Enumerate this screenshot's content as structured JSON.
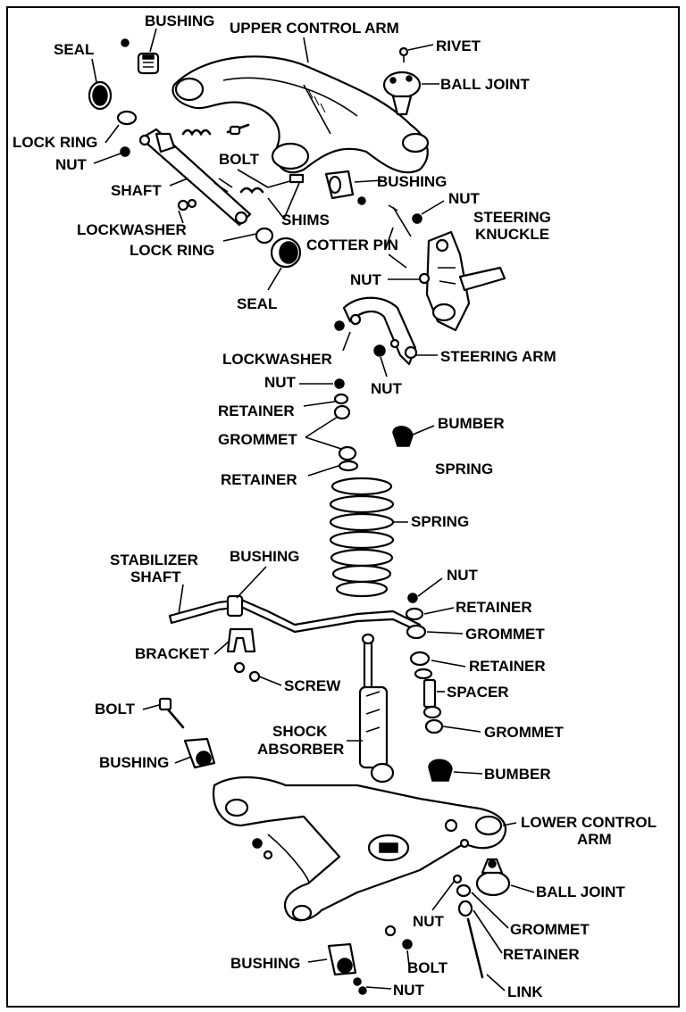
{
  "labels": {
    "bushing_top": "BUSHING",
    "upper_control_arm": "UPPER CONTROL ARM",
    "seal_top": "SEAL",
    "rivet": "RIVET",
    "ball_joint_top": "BALL JOINT",
    "lock_ring_top": "LOCK RING",
    "nut_left": "NUT",
    "bolt_top": "BOLT",
    "shaft": "SHAFT",
    "bushing_mid": "BUSHING",
    "nut_mid": "NUT",
    "steering_knuckle_1": "STEERING",
    "steering_knuckle_2": "KNUCKLE",
    "shims": "SHIMS",
    "lockwasher_1": "LOCKWASHER",
    "lock_ring_mid": "LOCK RING",
    "cotter_pin": "COTTER PIN",
    "nut_knuckle": "NUT",
    "seal_mid": "SEAL",
    "lockwasher_2": "LOCKWASHER",
    "steering_arm": "STEERING ARM",
    "nut_a": "NUT",
    "nut_b": "NUT",
    "retainer_1": "RETAINER",
    "bumber_top": "BUMBER",
    "grommet_1": "GROMMET",
    "spring_note": "SPRING",
    "retainer_2": "RETAINER",
    "spring": "SPRING",
    "stabilizer_1": "STABILIZER",
    "stabilizer_2": "SHAFT",
    "bushing_stab": "BUSHING",
    "nut_right": "NUT",
    "retainer_3": "RETAINER",
    "grommet_2": "GROMMET",
    "bracket": "BRACKET",
    "retainer_4": "RETAINER",
    "screw": "SCREW",
    "spacer": "SPACER",
    "bolt_left": "BOLT",
    "shock_1": "SHOCK",
    "shock_2": "ABSORBER",
    "grommet_3": "GROMMET",
    "bushing_left": "BUSHING",
    "bumber_bottom": "BUMBER",
    "lower_control_arm_1": "LOWER CONTROL",
    "lower_control_arm_2": "ARM",
    "ball_joint_bottom": "BALL JOINT",
    "nut_lower": "NUT",
    "grommet_4": "GROMMET",
    "retainer_5": "RETAINER",
    "bushing_bottom": "BUSHING",
    "bolt_bottom": "BOLT",
    "nut_bottom": "NUT",
    "link": "LINK"
  }
}
